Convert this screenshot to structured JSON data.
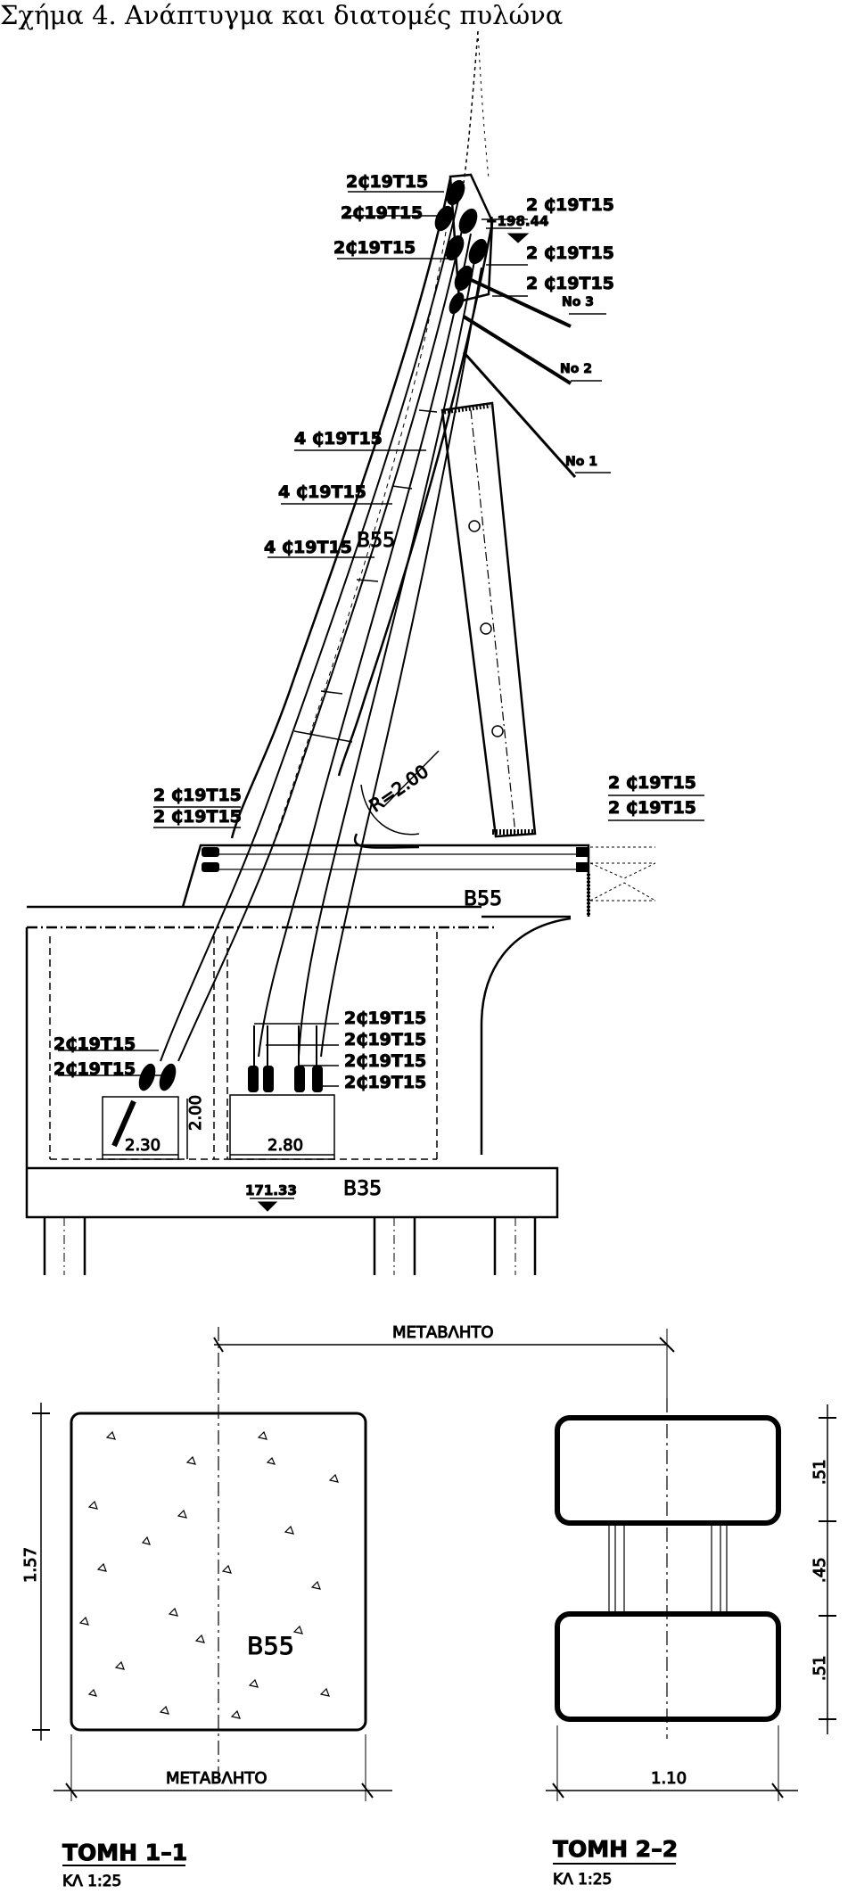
{
  "caption": "Σχήμα 4. Ανάπτυγμα και διατομές πυλώνα",
  "elevation": {
    "cable_labels": {
      "top_left_1": "2₵19T15",
      "top_left_2": "2₵19T15",
      "top_left_3": "2₵19T15",
      "top_right_1": "2 ₵19T15",
      "top_right_2": "2 ₵19T15",
      "top_right_3": "2 ₵19T15",
      "mid_1": "4 ₵19T15",
      "mid_2": "4 ₵19T15",
      "mid_3": "4 ₵19T15",
      "deck_left_1": "2 ₵19T15",
      "deck_left_2": "2 ₵19T15",
      "deck_right_1": "2 ₵19T15",
      "deck_right_2": "2 ₵19T15",
      "base_right_1": "2₵19T15",
      "base_right_2": "2₵19T15",
      "base_right_3": "2₵19T15",
      "base_right_4": "2₵19T15",
      "base_left_1": "2₵19T15",
      "base_left_2": "2₵19T15"
    },
    "stay_labels": {
      "no3": "No 3",
      "no2": "No 2",
      "no1": "No 1"
    },
    "level_top": "+198.44",
    "level_bottom": "171.33",
    "concrete_pylon": "B55",
    "concrete_deck": "B55",
    "concrete_foundation": "B35",
    "radius": "R=2.00",
    "dim_230": "2.30",
    "dim_200": "2.00",
    "dim_280": "2.80"
  },
  "section_1": {
    "top_dim": "ΜΕΤΑΒΛΗΤΟ",
    "side_dim": "1.57",
    "concrete": "B55",
    "bottom_dim": "ΜΕΤΑΒΛΗΤΟ",
    "title": "ΤΟΜΗ 1–1",
    "scale": "ΚΛ 1:25"
  },
  "section_2": {
    "dim_a": ".51",
    "dim_b": ".45",
    "dim_c": ".51",
    "bottom_dim": "1.10",
    "title": "ΤΟΜΗ 2–2",
    "scale": "ΚΛ 1:25"
  }
}
